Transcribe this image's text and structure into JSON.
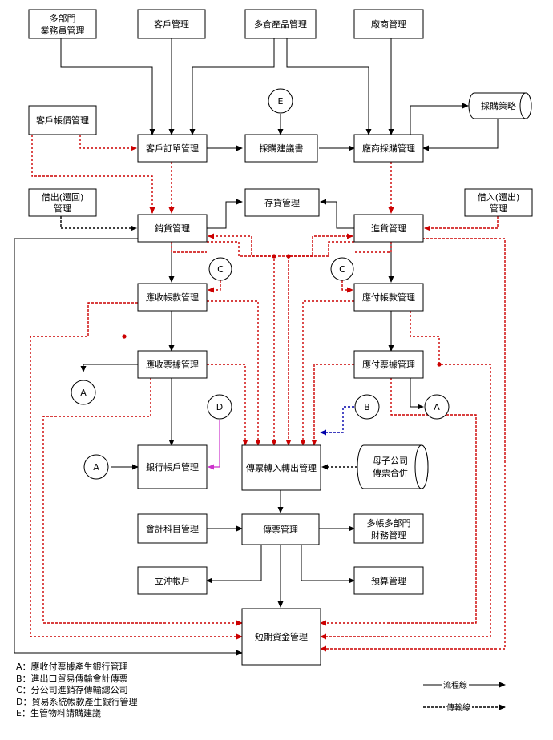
{
  "colors": {
    "flow": "#000000",
    "transfer": "#cc0000",
    "blue": "#0000aa",
    "magenta": "#cc33cc"
  },
  "boxes": {
    "multi_dept_sales": [
      "多部門",
      "業務員管理"
    ],
    "customer": [
      "客戶管理"
    ],
    "multi_warehouse": [
      "多倉產品管理"
    ],
    "vendor": [
      "廠商管理"
    ],
    "purchase_strategy": [
      "採購策略"
    ],
    "customer_account": [
      "客戶帳價管理"
    ],
    "customer_order": [
      "客戶訂單管理"
    ],
    "purchase_suggest": [
      "採購建議書"
    ],
    "vendor_purchase": [
      "廠商採購管理"
    ],
    "lend_out": [
      "借出(還回)",
      "管理"
    ],
    "inventory": [
      "存貨管理"
    ],
    "borrow_in": [
      "借入(還出)",
      "管理"
    ],
    "sales": [
      "銷貨管理"
    ],
    "purchase_in": [
      "進貨管理"
    ],
    "ar": [
      "應收帳款管理"
    ],
    "ap": [
      "應付帳款管理"
    ],
    "ar_notes": [
      "應收票據管理"
    ],
    "ap_notes": [
      "應付票據管理"
    ],
    "bank": [
      "銀行帳戶管理"
    ],
    "voucher_transfer": [
      "傳票轉入轉出管理"
    ],
    "parent_sub": [
      "母子公司",
      "傳票合併"
    ],
    "account_subject": [
      "會計科目管理"
    ],
    "voucher": [
      "傳票管理"
    ],
    "multi_finance": [
      "多帳多部門",
      "財務管理"
    ],
    "offset": [
      "立沖帳戶"
    ],
    "budget": [
      "預算管理"
    ],
    "short_funds": [
      "短期資金管理"
    ]
  },
  "circles": {
    "A": "A",
    "B": "B",
    "C": "C",
    "D": "D",
    "E": "E"
  },
  "notes": [
    "A：應收付票據產生銀行管理",
    "B：進出口貿易傳輸會計傳票",
    "C：分公司進銷存傳輸總公司",
    "D：貿易系統帳款產生銀行管理",
    "E：生管物料請購建議"
  ],
  "legend": {
    "flow": "流程線",
    "transfer": "傳輸線"
  }
}
